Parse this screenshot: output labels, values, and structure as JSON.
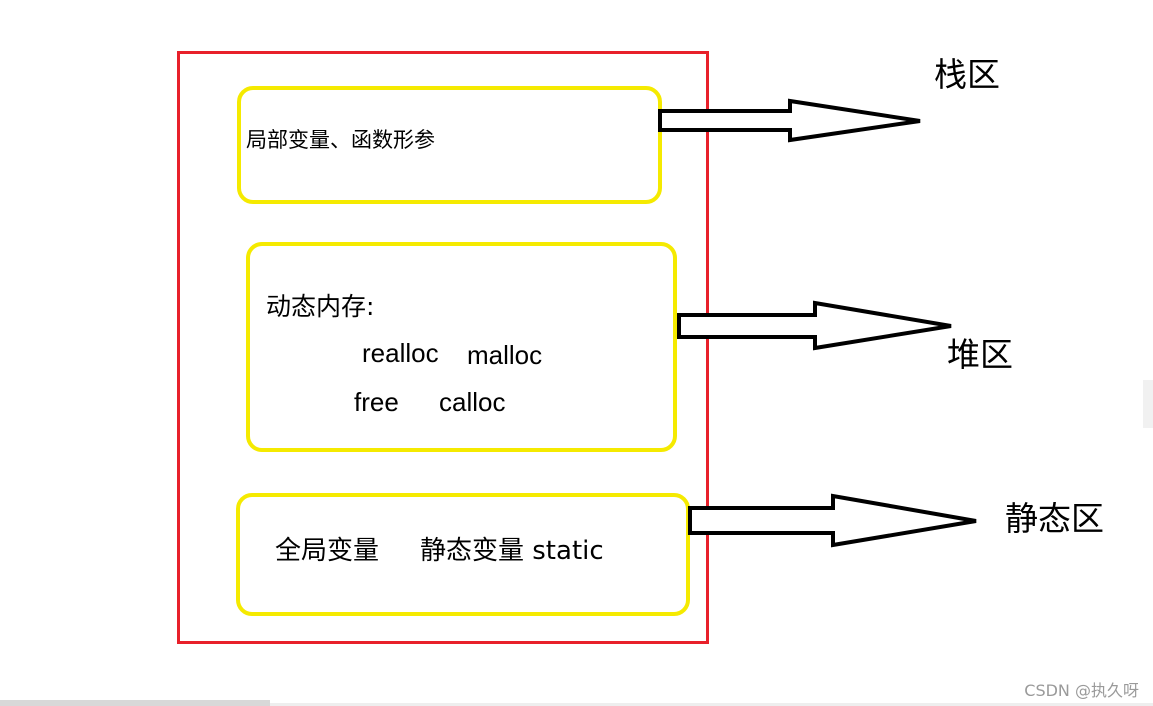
{
  "diagram": {
    "boxes": {
      "stack_contents": "局部变量、函数形参",
      "heap_title": "动态内存:",
      "heap_funcs": [
        "realloc",
        "malloc",
        "free",
        "calloc"
      ],
      "static_global": "全局变量",
      "static_var": "静态变量 static"
    },
    "regions": {
      "stack": "栈区",
      "heap": "堆区",
      "static": "静态区"
    },
    "colors": {
      "outer_border": "#e8202a",
      "inner_border": "#f5ea00",
      "arrow": "#000000"
    }
  },
  "watermark": "CSDN @执久呀"
}
